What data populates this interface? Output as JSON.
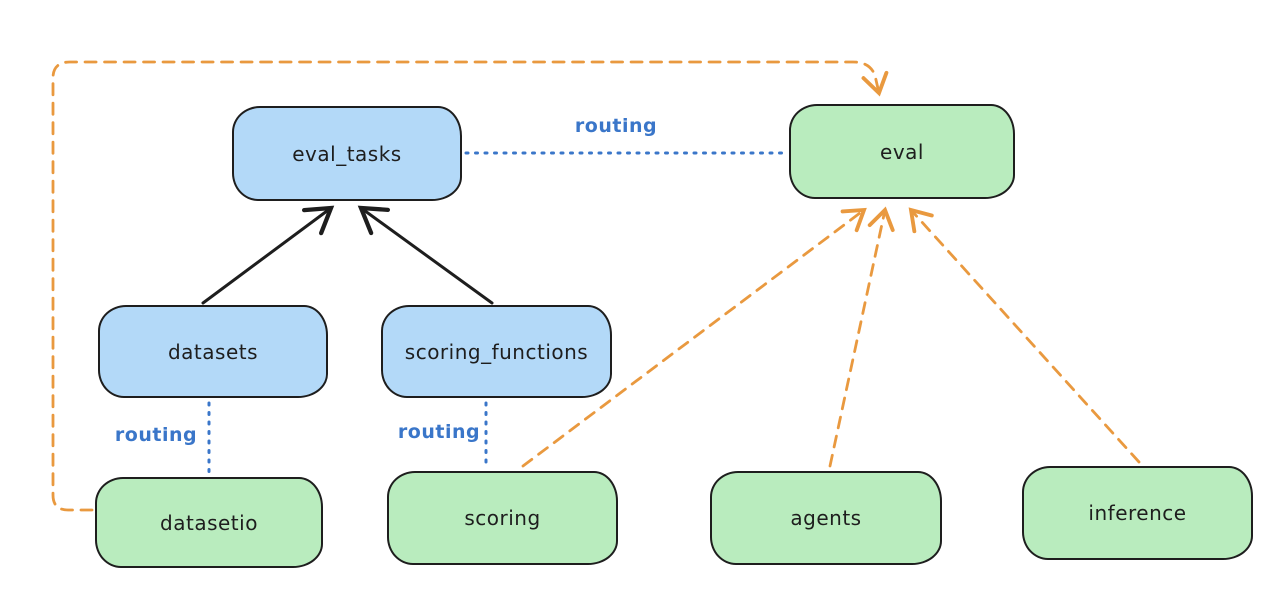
{
  "diagram": {
    "background": "#ffffff",
    "colors": {
      "node_border": "#1e1e1e",
      "blue_node_fill": "#b3d9f8",
      "green_node_fill": "#b9ecbe",
      "solid_arrow": "#1e1e1e",
      "routing_line": "#3a76c9",
      "routing_label_text": "#3a76c9",
      "dashed_arrow": "#e9993f"
    },
    "nodes": {
      "eval_tasks": {
        "label": "eval_tasks",
        "fill": "#b3d9f8"
      },
      "eval": {
        "label": "eval",
        "fill": "#b9ecbe"
      },
      "datasets": {
        "label": "datasets",
        "fill": "#b3d9f8"
      },
      "scoring_functions": {
        "label": "scoring_functions",
        "fill": "#b3d9f8"
      },
      "datasetio": {
        "label": "datasetio",
        "fill": "#b9ecbe"
      },
      "scoring": {
        "label": "scoring",
        "fill": "#b9ecbe"
      },
      "agents": {
        "label": "agents",
        "fill": "#b9ecbe"
      },
      "inference": {
        "label": "inference",
        "fill": "#b9ecbe"
      }
    },
    "edges": [
      {
        "from": "datasets",
        "to": "eval_tasks",
        "style": "solid-black-arrow"
      },
      {
        "from": "scoring_functions",
        "to": "eval_tasks",
        "style": "solid-black-arrow"
      },
      {
        "from": "eval_tasks",
        "to": "eval",
        "style": "dotted-blue",
        "label": "routing"
      },
      {
        "from": "datasets",
        "to": "datasetio",
        "style": "dotted-blue",
        "label": "routing"
      },
      {
        "from": "scoring_functions",
        "to": "scoring",
        "style": "dotted-blue",
        "label": "routing"
      },
      {
        "from": "datasetio",
        "to": "eval",
        "style": "dashed-orange-arrow"
      },
      {
        "from": "scoring",
        "to": "eval",
        "style": "dashed-orange-arrow"
      },
      {
        "from": "agents",
        "to": "eval",
        "style": "dashed-orange-arrow"
      },
      {
        "from": "inference",
        "to": "eval",
        "style": "dashed-orange-arrow"
      }
    ]
  }
}
